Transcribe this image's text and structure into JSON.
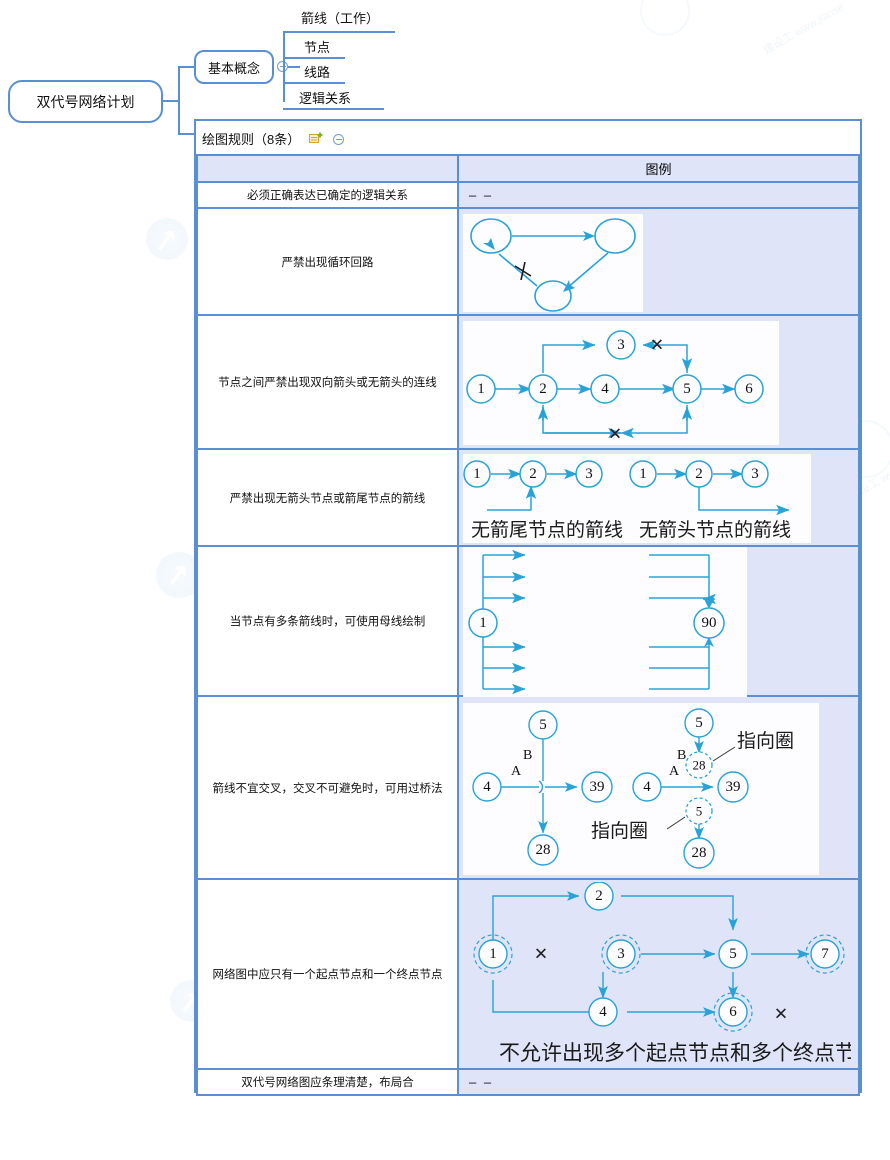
{
  "mindmap": {
    "root": {
      "label": "双代号网络计划"
    },
    "branch_concept": {
      "label": "基本概念",
      "collapse_icon": "circle-minus-icon"
    },
    "concept_leaves": [
      {
        "label": "箭线（工作）"
      },
      {
        "label": "节点"
      },
      {
        "label": "线路"
      },
      {
        "label": "逻辑关系"
      }
    ],
    "branch_rules": {
      "label": "绘图规则（8条）",
      "note_icon": "note-add-icon",
      "collapse_icon": "circle-minus-icon"
    }
  },
  "table": {
    "headers": {
      "left": "",
      "right": "图例"
    },
    "rows": [
      {
        "rule": "必须正确表达已确定的逻辑关系",
        "figure_kind": "dash",
        "dash": "– –"
      },
      {
        "rule": "严禁出现循环回路",
        "figure_kind": "cycle",
        "nodes": [
          "",
          "",
          ""
        ],
        "mark": "+"
      },
      {
        "rule": "节点之间严禁出现双向箭头或无箭头的连线",
        "figure_kind": "network-bidirectional",
        "nodes": [
          "1",
          "2",
          "3",
          "4",
          "5",
          "6"
        ],
        "marks": [
          "✕",
          "✕"
        ]
      },
      {
        "rule": "严禁出现无箭头节点或箭尾节点的箭线",
        "figure_kind": "dangling-arrows",
        "left_nodes": [
          "1",
          "2",
          "3"
        ],
        "right_nodes": [
          "1",
          "2",
          "3"
        ],
        "left_caption": "无箭尾节点的箭线",
        "right_caption": "无箭头节点的箭线"
      },
      {
        "rule": "当节点有多条箭线时，可使用母线绘制",
        "figure_kind": "bus-line",
        "start_node": "1",
        "end_node": "90",
        "arrow_count": 6
      },
      {
        "rule": "箭线不宜交叉，交叉不可避免时，可用过桥法",
        "figure_kind": "bridge-method",
        "left": {
          "nodes": [
            "4",
            "5",
            "39",
            "28"
          ],
          "labels": [
            "A",
            "B"
          ]
        },
        "right": {
          "nodes": [
            "4",
            "5",
            "39",
            "28",
            "5",
            "28"
          ],
          "labels": [
            "A",
            "B"
          ],
          "callouts": [
            "指向圈",
            "指向圈"
          ]
        }
      },
      {
        "rule": "网络图中应只有一个起点节点和一个终点节点",
        "figure_kind": "multi-start-end",
        "nodes": [
          "1",
          "2",
          "3",
          "4",
          "5",
          "6",
          "7"
        ],
        "dashed_nodes": [
          "1",
          "3",
          "6",
          "7"
        ],
        "marks": [
          "✕",
          "✕"
        ],
        "caption": "不允许出现多个起点节点和多个终点节点"
      },
      {
        "rule": "双代号网络图应条理清楚，布局合",
        "figure_kind": "dash",
        "dash": "– –"
      }
    ]
  },
  "watermarks": {
    "text": "建设工 www.jianse",
    "logo_glyph": "⌁"
  },
  "colors": {
    "node_border": "#5b8fd4",
    "cell_fill": "#dfe4f9",
    "diagram_stroke": "#29a3d6",
    "figure_bg": "#fdfdff"
  }
}
